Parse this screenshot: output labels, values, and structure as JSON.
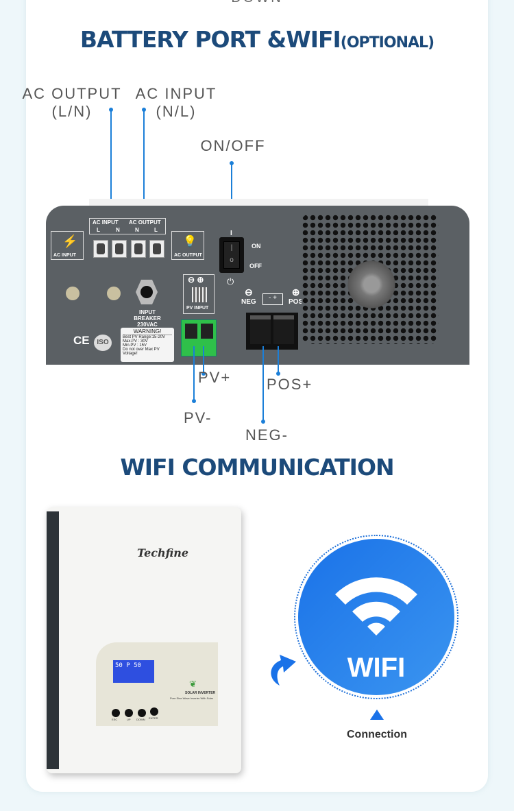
{
  "top_cut_text": "DOWN",
  "section1": {
    "title": "BATTERY PORT &WIFI",
    "title_suffix": "(OPTIONAL)"
  },
  "callouts": {
    "ac_output": "AC OUTPUT",
    "ac_output_sub": "(L/N)",
    "ac_input": "AC INPUT",
    "ac_input_sub": "(N/L)",
    "on_off": "ON/OFF",
    "pv_plus": "PV+",
    "pv_minus": "PV-",
    "pos_plus": "POS+",
    "neg_minus": "NEG-"
  },
  "panel": {
    "ac_input_hdr": "AC INPUT",
    "ac_output_hdr": "AC OUTPUT",
    "l": "L",
    "n": "N",
    "ac_input_icon_label": "AC INPUT",
    "ac_output_icon_label": "AC OUTPUT",
    "switch_i": "I",
    "on": "ON",
    "off": "OFF",
    "pv_input": "PV INPUT",
    "neg": "NEG",
    "pos": "POS",
    "breaker": "INPUT BREAKER 230VAC",
    "warning_title": "WARNING!",
    "warning_lines": [
      "Best PV Range:15-20V",
      "Max.PV :  30V",
      "Min.PV :  15V",
      "Do not over Max PV Voltage!"
    ],
    "ce": "CE",
    "iso": "ISO"
  },
  "section2": {
    "title": "WIFI COMMUNICATION"
  },
  "inverter": {
    "brand": "Techfine",
    "lcd": "50 P 50",
    "product": "SOLAR INVERTER",
    "product_sub": "Pure Sine Wave Inverter With Solar",
    "buttons": [
      "ESC",
      "UP",
      "DOWN",
      "ENTER"
    ]
  },
  "wifi": {
    "label": "WIFI",
    "connection": "Connection"
  },
  "colors": {
    "title": "#1c4a7a",
    "callout_line": "#1b7fd8",
    "wifi_blue": "#1a72e8",
    "background": "#eef7fa"
  }
}
